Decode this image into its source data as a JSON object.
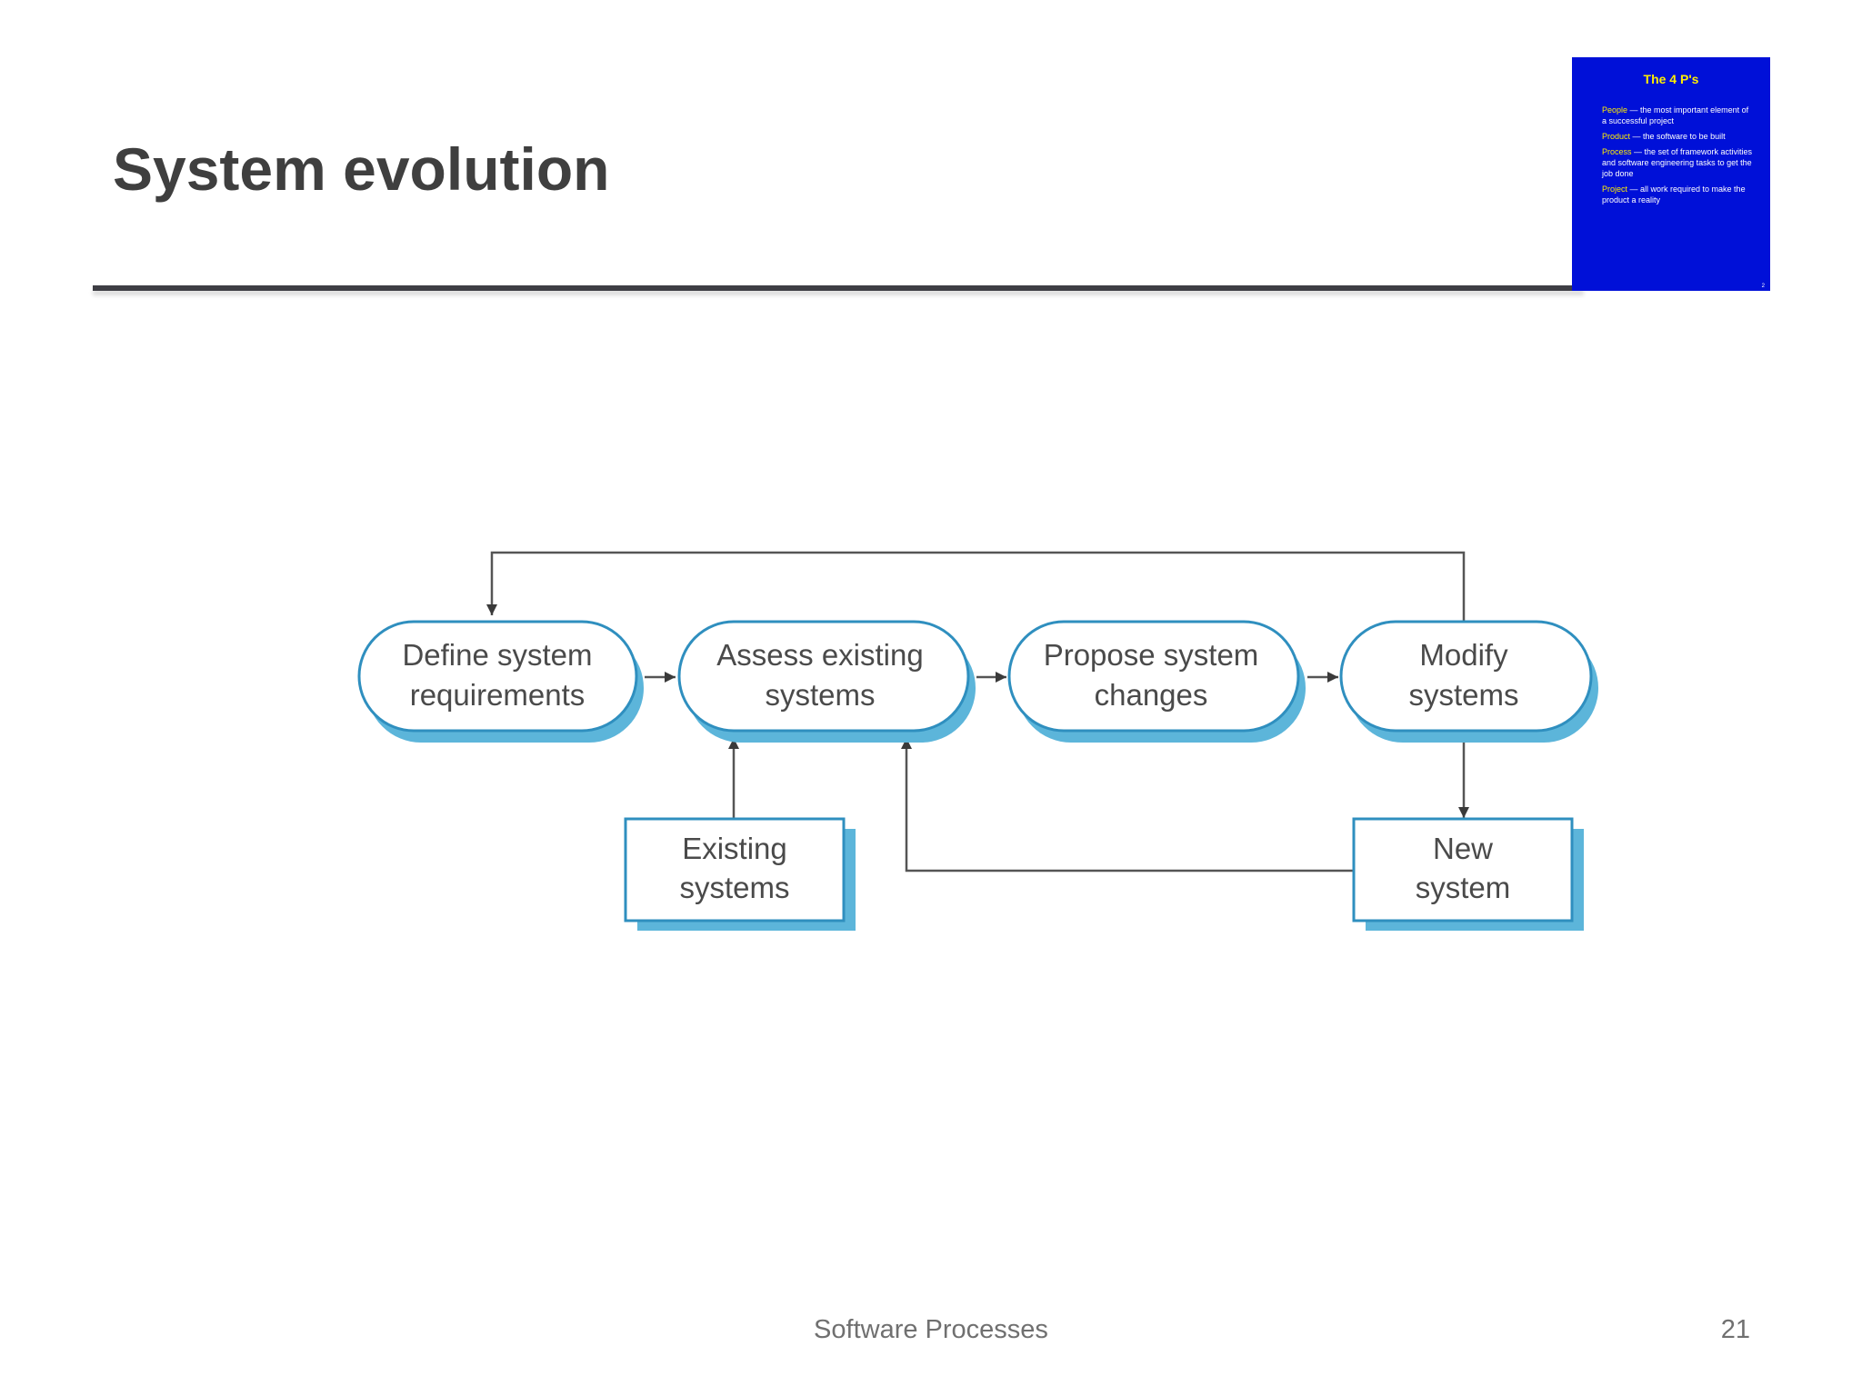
{
  "slide": {
    "title": "System evolution",
    "footer": "Software Processes",
    "page_number": "21"
  },
  "thumbnail": {
    "title": "The 4 P's",
    "items": [
      {
        "term": "People",
        "text": " — the most important element of a successful project"
      },
      {
        "term": "Product",
        "text": " — the software to be built"
      },
      {
        "term": "Process",
        "text": " — the set of framework activities and software engineering tasks to get the job done"
      },
      {
        "term": "Project",
        "text": " — all work required to make the product a reality"
      }
    ],
    "page": "2"
  },
  "diagram": {
    "processes": [
      {
        "line1": "Define system",
        "line2": "requirements"
      },
      {
        "line1": "Assess existing",
        "line2": "systems"
      },
      {
        "line1": "Propose system",
        "line2": "changes"
      },
      {
        "line1": "Modify",
        "line2": "systems"
      }
    ],
    "documents": [
      {
        "line1": "Existing",
        "line2": "systems"
      },
      {
        "line1": "New",
        "line2": "system"
      }
    ]
  },
  "colors": {
    "title": "#3f3f3f",
    "node_outline": "#2f8fbf",
    "node_shadow": "#5cb5da",
    "connector": "#555555",
    "thumbnail_background": "#0010d8",
    "thumbnail_accent": "#ffee00"
  }
}
